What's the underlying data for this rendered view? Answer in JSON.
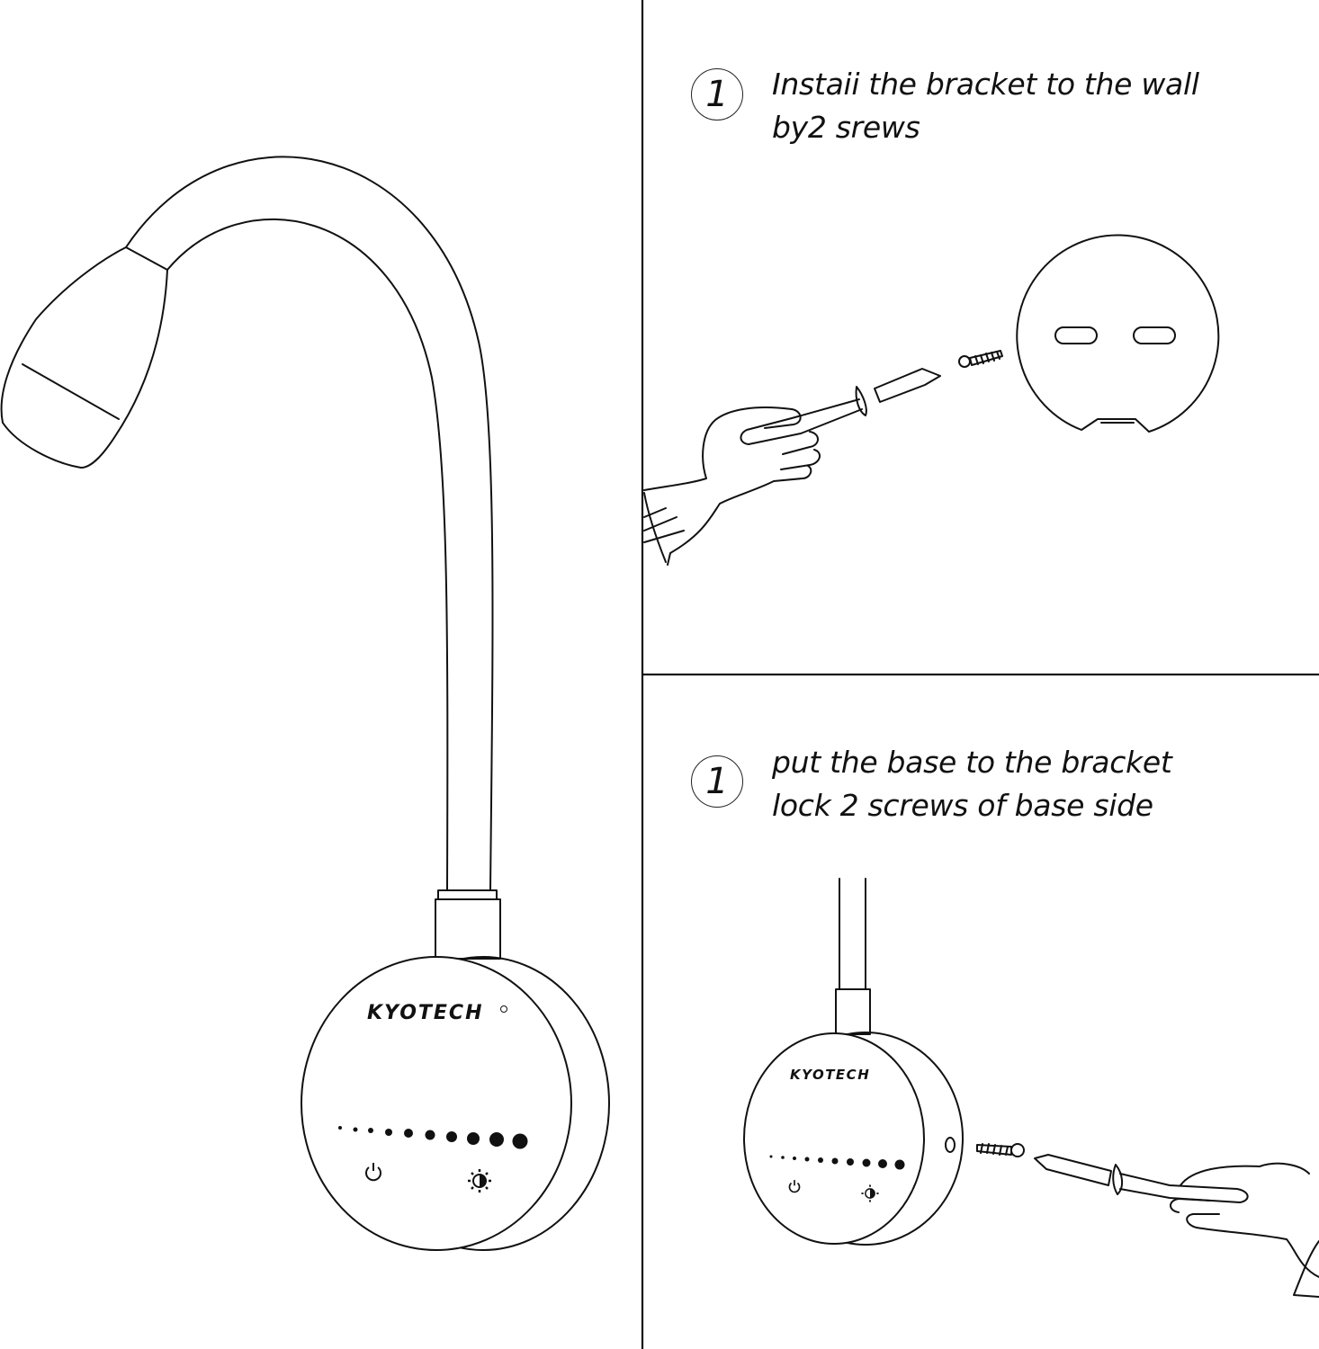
{
  "brand": "KYOTECH",
  "steps": [
    {
      "number": "1",
      "line1": "Instaii the bracket to the wall",
      "line2": "by2 srews"
    },
    {
      "number": "1",
      "line1": "put the base to the bracket",
      "line2": "lock 2 screws of base side"
    }
  ],
  "colors": {
    "line": "#111111",
    "background": "#ffffff"
  },
  "icons": [
    "power-icon",
    "brightness-icon",
    "screw-icon",
    "screwdriver-icon",
    "hand-icon"
  ]
}
